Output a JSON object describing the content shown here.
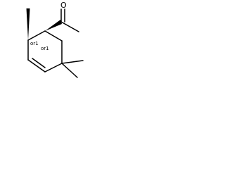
{
  "molecule": {
    "atoms": {
      "oxygen": "O"
    },
    "stereo_labels": {
      "c1": "or1",
      "c2": "or1"
    },
    "colors": {
      "bond": "#000000",
      "background": "#ffffff"
    }
  }
}
